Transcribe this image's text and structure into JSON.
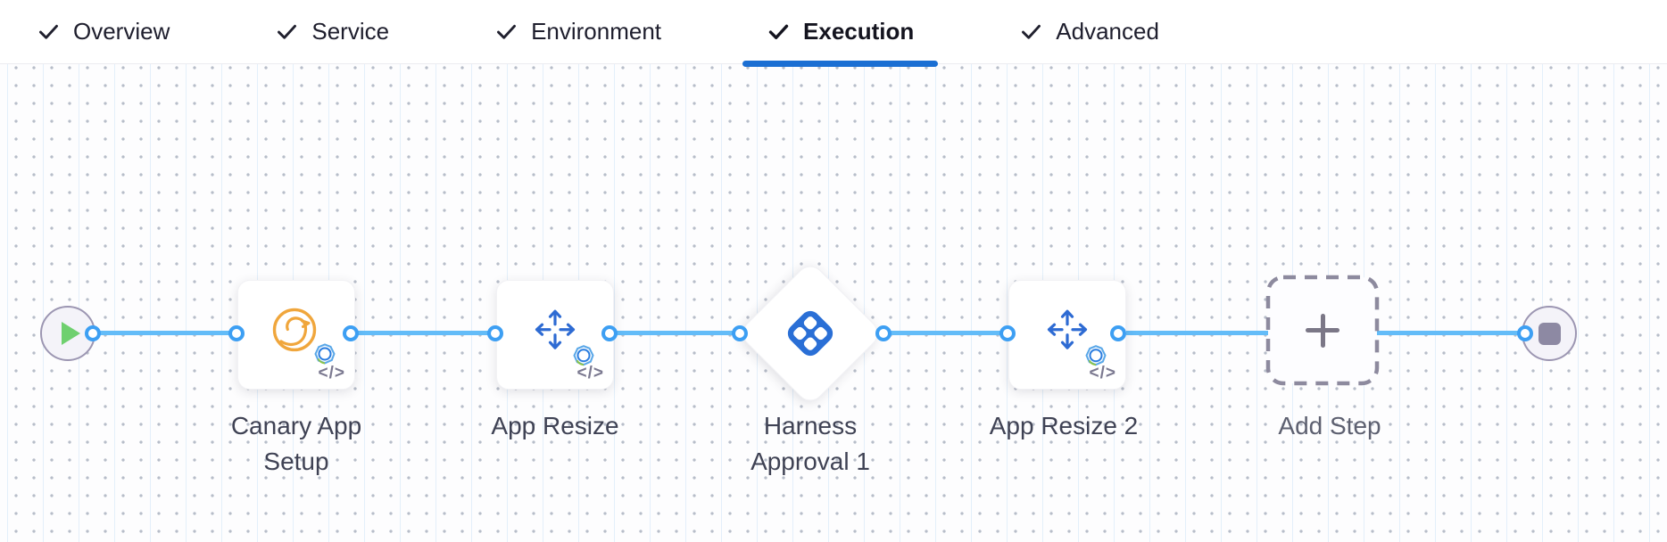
{
  "header": {
    "tabs": [
      {
        "label": "Overview",
        "checked": true,
        "active": false
      },
      {
        "label": "Service",
        "checked": true,
        "active": false
      },
      {
        "label": "Environment",
        "checked": true,
        "active": false
      },
      {
        "label": "Execution",
        "checked": true,
        "active": true
      },
      {
        "label": "Advanced",
        "checked": true,
        "active": false
      }
    ]
  },
  "pipeline": {
    "start_node": {
      "icon": "play-icon"
    },
    "end_node": {
      "icon": "stop-icon"
    },
    "steps": [
      {
        "name": "Canary App Setup",
        "type": "step",
        "icon": "canary-bird-icon",
        "badge": "gear-badge-icon",
        "code_icon": "</>"
      },
      {
        "name": "App Resize",
        "type": "step",
        "icon": "move-arrows-icon",
        "badge": "gear-badge-icon",
        "code_icon": "</>"
      },
      {
        "name": "Harness Approval 1",
        "type": "approval",
        "icon": "harness-logo-icon"
      },
      {
        "name": "App Resize 2",
        "type": "step",
        "icon": "move-arrows-icon",
        "badge": "gear-badge-icon",
        "code_icon": "</>"
      }
    ],
    "add_step": {
      "label": "Add Step",
      "icon": "plus-icon"
    }
  },
  "colors": {
    "active_tab_underline": "#1b6fd3",
    "connector_line": "#63bcf8",
    "port_ring": "#3d9ff3",
    "canary_icon": "#f0a63c",
    "step_icon_blue": "#2e6bd3",
    "harness_logo_blue": "#2a6fd6",
    "play_icon_green": "#6fd06f",
    "stop_icon_gray": "#8d89a3",
    "dashed_border": "#8d8a9e",
    "label_text": "#3f4254",
    "tab_text": "#1e1e2d"
  }
}
